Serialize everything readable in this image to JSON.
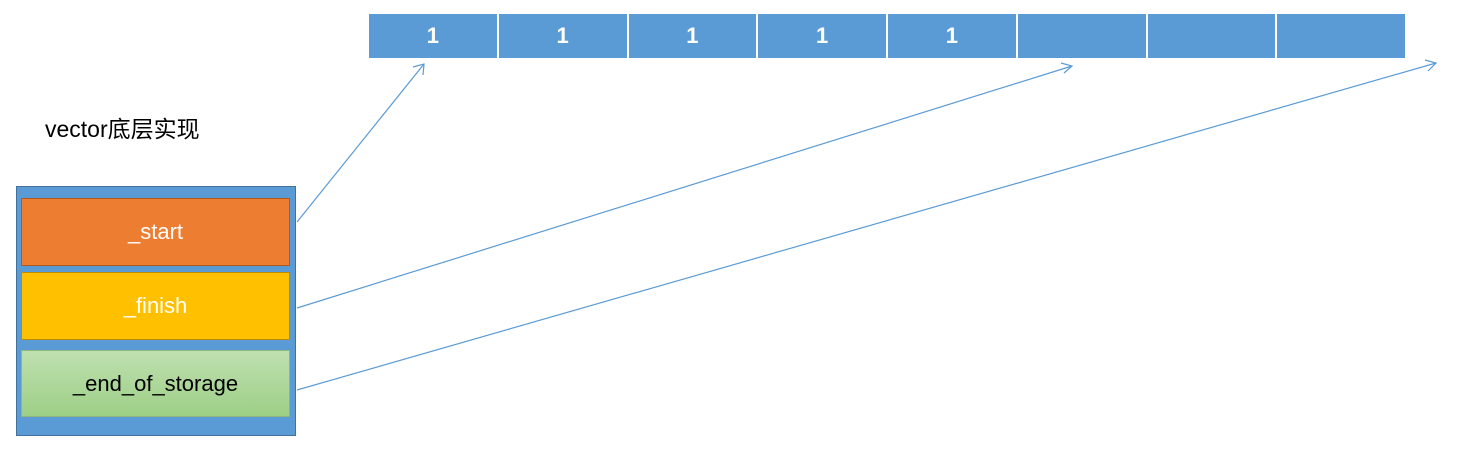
{
  "title": "vector底层实现",
  "fields": {
    "start": "_start",
    "finish": "_finish",
    "end_of_storage": "_end_of_storage"
  },
  "array": {
    "cells": [
      "1",
      "1",
      "1",
      "1",
      "1",
      "",
      "",
      ""
    ]
  },
  "colors": {
    "cell_fill": "#5b9bd5",
    "start_fill": "#ed7d31",
    "finish_fill": "#ffc000",
    "end_fill": "#a9d18e",
    "arrow": "#5b9bd5"
  }
}
